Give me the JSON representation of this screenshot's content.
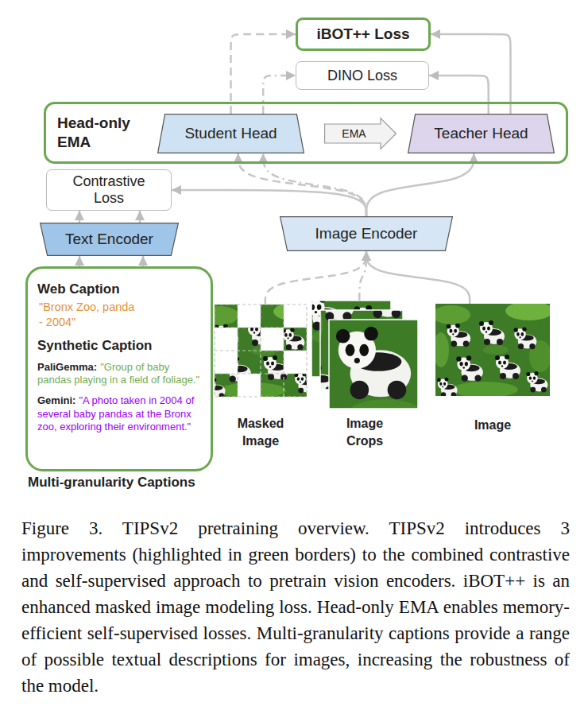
{
  "diagram": {
    "caption": "Figure 3. TIPSv2 pretraining overview. TIPSv2 introduces 3 improvements (highlighted in green borders) to the combined contrastive and self-supervised approach to pretrain vision encoders. iBOT++ is an enhanced masked image modeling loss. Head-only EMA enables memory-efficient self-supervised losses. Multi-granularity captions provide a range of possible textual descriptions for images, increasing the robustness of the model.",
    "nodes": [
      {
        "text": [
          "iBOT++ Loss"
        ]
      },
      {
        "text": [
          "DINO Loss"
        ]
      },
      {
        "text": [
          "Head-only EMA"
        ]
      },
      {
        "text": [
          "Student Head"
        ],
        "in": 2
      },
      {
        "text": [
          "EMA"
        ],
        "in": 2
      },
      {
        "text": [
          "Teacher Head"
        ],
        "in": 2
      },
      {
        "text": [
          "Contrastive Loss"
        ]
      },
      {
        "text": [
          "Text Encoder"
        ]
      },
      {
        "text": [
          "Image Encoder"
        ]
      },
      {
        "text": [
          "Web Caption",
          "\"Bronx Zoo, panda - 2004\"",
          "Synthetic Caption",
          "PaliGemma:",
          "\"Group of baby pandas playing in a field of foliage.\"",
          "Gemini:",
          "\"A photo taken in 2004 of several baby pandas at the Bronx zoo, exploring their environment.\"",
          "Multi-granularity Captions"
        ]
      },
      {
        "text": [
          "Masked Image"
        ]
      },
      {
        "text": [
          "Image Crops"
        ]
      },
      {
        "text": [
          "Image"
        ]
      }
    ],
    "edges": [
      {
        "from": 10,
        "to": 8,
        "arrow": "to"
      },
      {
        "from": 11,
        "to": 8,
        "arrow": "to"
      },
      {
        "from": 12,
        "to": 8,
        "arrow": "to"
      },
      {
        "from": 8,
        "to": 6,
        "arrow": "to"
      },
      {
        "from": 8,
        "to": 3,
        "arrow": "to"
      },
      {
        "from": 8,
        "to": 3,
        "arrow": "to"
      },
      {
        "from": 8,
        "to": 5,
        "arrow": "to"
      },
      {
        "from": 7,
        "to": 6,
        "arrow": "to"
      },
      {
        "from": 7,
        "to": 6,
        "arrow": "to"
      },
      {
        "from": 9,
        "to": 7,
        "arrow": "to"
      },
      {
        "from": 9,
        "to": 7,
        "arrow": "to"
      },
      {
        "from": 3,
        "to": 1,
        "arrow": "to"
      },
      {
        "from": 3,
        "to": 0,
        "arrow": "to"
      },
      {
        "from": 5,
        "to": 1,
        "arrow": "to"
      },
      {
        "from": 5,
        "to": 0,
        "arrow": "to"
      }
    ]
  }
}
